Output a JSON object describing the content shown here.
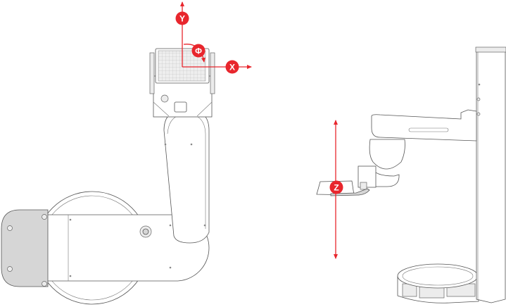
{
  "labels": {
    "y_axis": "Y",
    "x_axis": "X",
    "phi_axis": "Φ",
    "z_axis": "Z"
  },
  "colors": {
    "axis_red": "#e8262d",
    "outline": "#555555",
    "cap_gray": "#d6d6d6"
  }
}
